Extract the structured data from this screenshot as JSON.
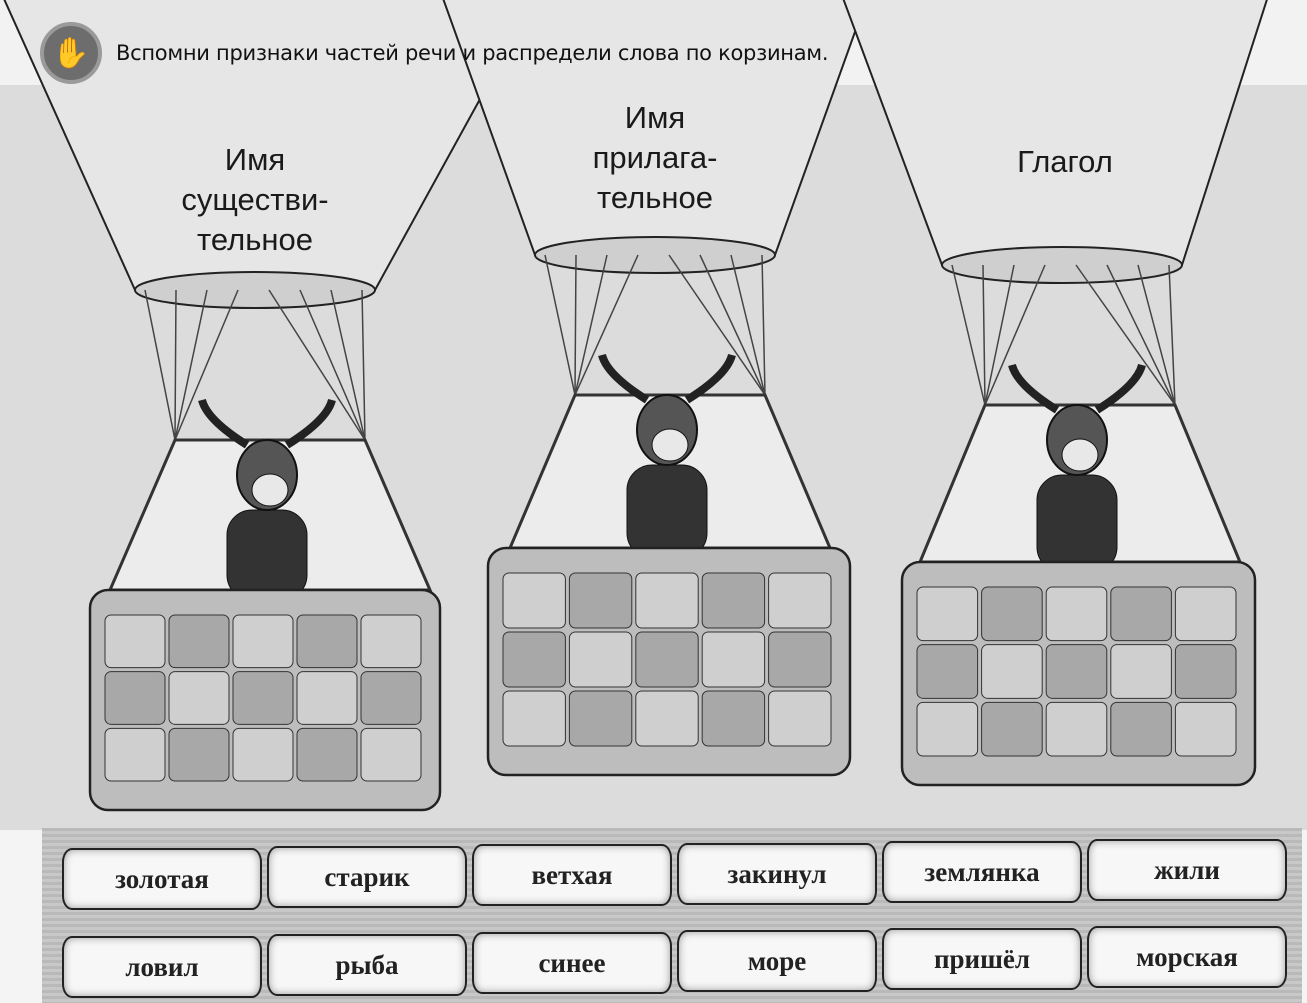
{
  "instruction": "Вспомни признаки частей речи и распредели слова по корзинам.",
  "instruction_icon": "hand-stop-icon",
  "balloons": [
    {
      "label_lines": [
        "Имя",
        "существи-",
        "тельное"
      ]
    },
    {
      "label_lines": [
        "Имя",
        "прилага-",
        "тельное"
      ]
    },
    {
      "label_lines": [
        "Глагол"
      ]
    }
  ],
  "words": {
    "row1": [
      "золотая",
      "старик",
      "ветхая",
      "закинул",
      "землянка",
      "жили"
    ],
    "row2": [
      "ловил",
      "рыба",
      "синее",
      "море",
      "пришёл",
      "морская"
    ]
  }
}
